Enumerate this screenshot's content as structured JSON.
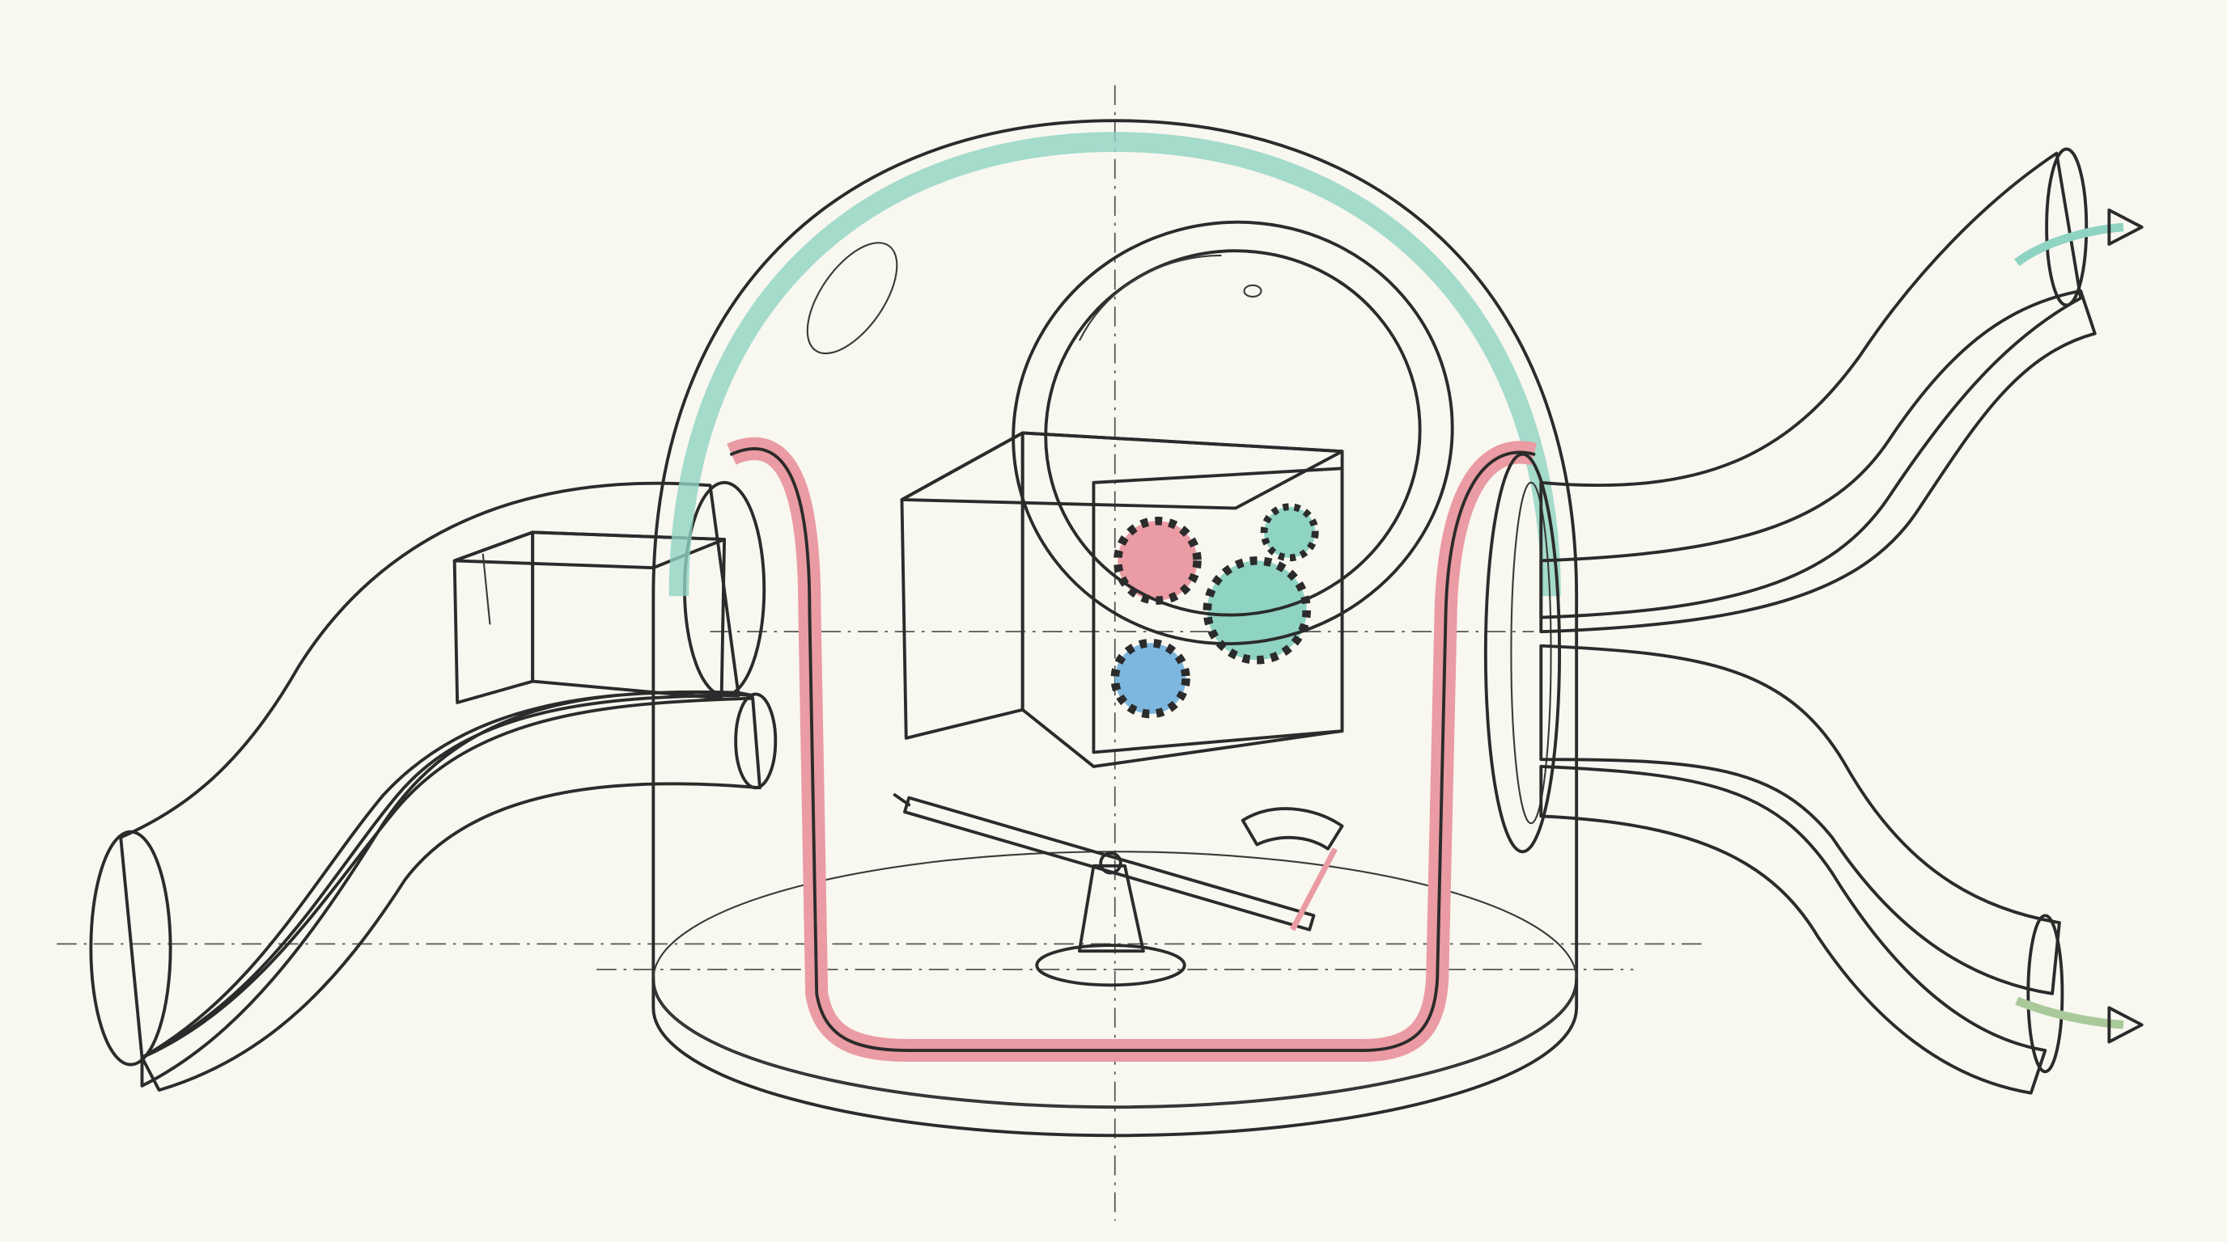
{
  "illustration": {
    "palette": {
      "paper": "#f8f7f0",
      "teal": "#8fd3c2",
      "blue": "#7db6de",
      "green": "#a9c99a",
      "pink": "#ea9ba3",
      "cardboard": "#c99867",
      "metal": "#c9c2b8",
      "ink": "#2b2b2b"
    },
    "elements": [
      "glass-dome",
      "inflow-pipes",
      "outflow-pipes",
      "cardboard-box",
      "gear-box",
      "magnifying-ring",
      "balance-scale",
      "gauge",
      "outflow-arrows"
    ]
  }
}
